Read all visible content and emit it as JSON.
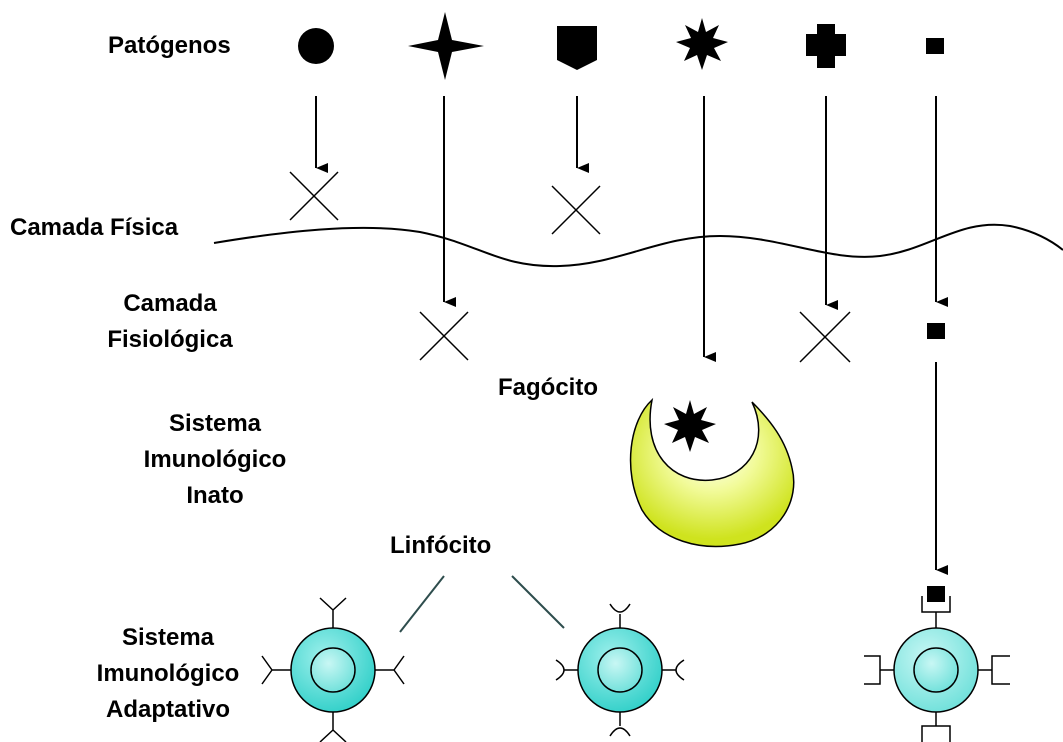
{
  "labels": {
    "patogenos": "Patógenos",
    "camada_fisica": "Camada Física",
    "camada_fisiologica": [
      "Camada",
      "Fisiológica"
    ],
    "fagocito": "Fagócito",
    "sistema_inato": [
      "Sistema",
      "Imunológico",
      "Inato"
    ],
    "linfocito": "Linfócito",
    "sistema_adaptativo": [
      "Sistema",
      "Imunológico",
      "Adaptativo"
    ]
  },
  "colors": {
    "ink": "#000000",
    "phagocyte": "#e4f53a",
    "lymphocyte": "#3fd6d0",
    "lymphocyte_light": "#78e4df"
  },
  "pathogens": [
    {
      "shape": "circle-icon",
      "outcome": "blocked-by-physical-layer"
    },
    {
      "shape": "four-point-star-icon",
      "outcome": "blocked-by-physiological-layer"
    },
    {
      "shape": "pentagon-icon",
      "outcome": "blocked-by-physical-layer"
    },
    {
      "shape": "spiked-star-icon",
      "outcome": "engulfed-by-phagocyte"
    },
    {
      "shape": "cross-icon",
      "outcome": "blocked-by-physiological-layer"
    },
    {
      "shape": "small-square-icon",
      "outcome": "bound-by-lymphocyte-receptor"
    }
  ]
}
